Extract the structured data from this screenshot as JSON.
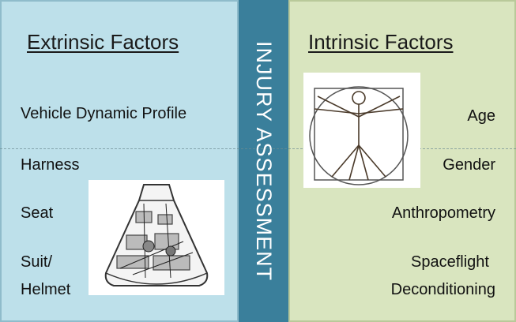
{
  "extrinsic": {
    "title": "Extrinsic Factors",
    "items": [
      "Vehicle Dynamic Profile",
      "Harness",
      "Seat",
      "Suit/",
      "Helmet"
    ]
  },
  "center": {
    "label": "INJURY ASSESSMENT"
  },
  "intrinsic": {
    "title": "Intrinsic Factors",
    "items": [
      "Age",
      "Gender",
      "Anthropometry",
      "Spaceflight",
      "Deconditioning"
    ]
  },
  "colors": {
    "left_panel": "#bde0ea",
    "center_band": "#3a7f9b",
    "right_panel": "#d9e5bf"
  },
  "icons": [
    "capsule-illustration",
    "vitruvian-man-illustration"
  ]
}
